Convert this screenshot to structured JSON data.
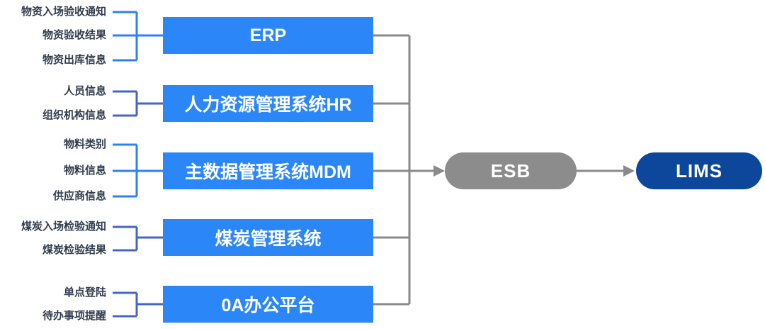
{
  "diagram": {
    "systems": [
      {
        "id": "erp",
        "label": "ERP",
        "inputs": [
          "物资入场验收通知",
          "物资验收结果",
          "物资出库信息"
        ]
      },
      {
        "id": "hr",
        "label": "人力资源管理系统HR",
        "inputs": [
          "人员信息",
          "组织机构信息"
        ]
      },
      {
        "id": "mdm",
        "label": "主数据管理系统MDM",
        "inputs": [
          "物料类别",
          "物料信息",
          "供应商信息"
        ]
      },
      {
        "id": "coal",
        "label": "煤炭管理系统",
        "inputs": [
          "煤炭入场检验通知",
          "煤炭检验结果"
        ]
      },
      {
        "id": "oa",
        "label": "0A办公平台",
        "inputs": [
          "单点登陆",
          "待办事项提醒"
        ]
      }
    ],
    "middleware": {
      "label": "ESB"
    },
    "target": {
      "label": "LIMS"
    },
    "edges": [
      {
        "from": "ERP",
        "to": "ESB"
      },
      {
        "from": "人力资源管理系统HR",
        "to": "ESB"
      },
      {
        "from": "主数据管理系统MDM",
        "to": "ESB"
      },
      {
        "from": "煤炭管理系统",
        "to": "ESB"
      },
      {
        "from": "0A办公平台",
        "to": "ESB"
      },
      {
        "from": "ESB",
        "to": "LIMS"
      }
    ],
    "colors": {
      "system_box_blue": "#2b87f8",
      "bracket_bright_blue": "#2e80f5",
      "bracket_muted_blue": "#4565c6",
      "bus_gray": "#8a8a8a",
      "esb_fill": "#8c8c8c",
      "lims_fill": "#0c479c",
      "label_text": "#323c4d",
      "box_text": "#ffffff"
    }
  }
}
